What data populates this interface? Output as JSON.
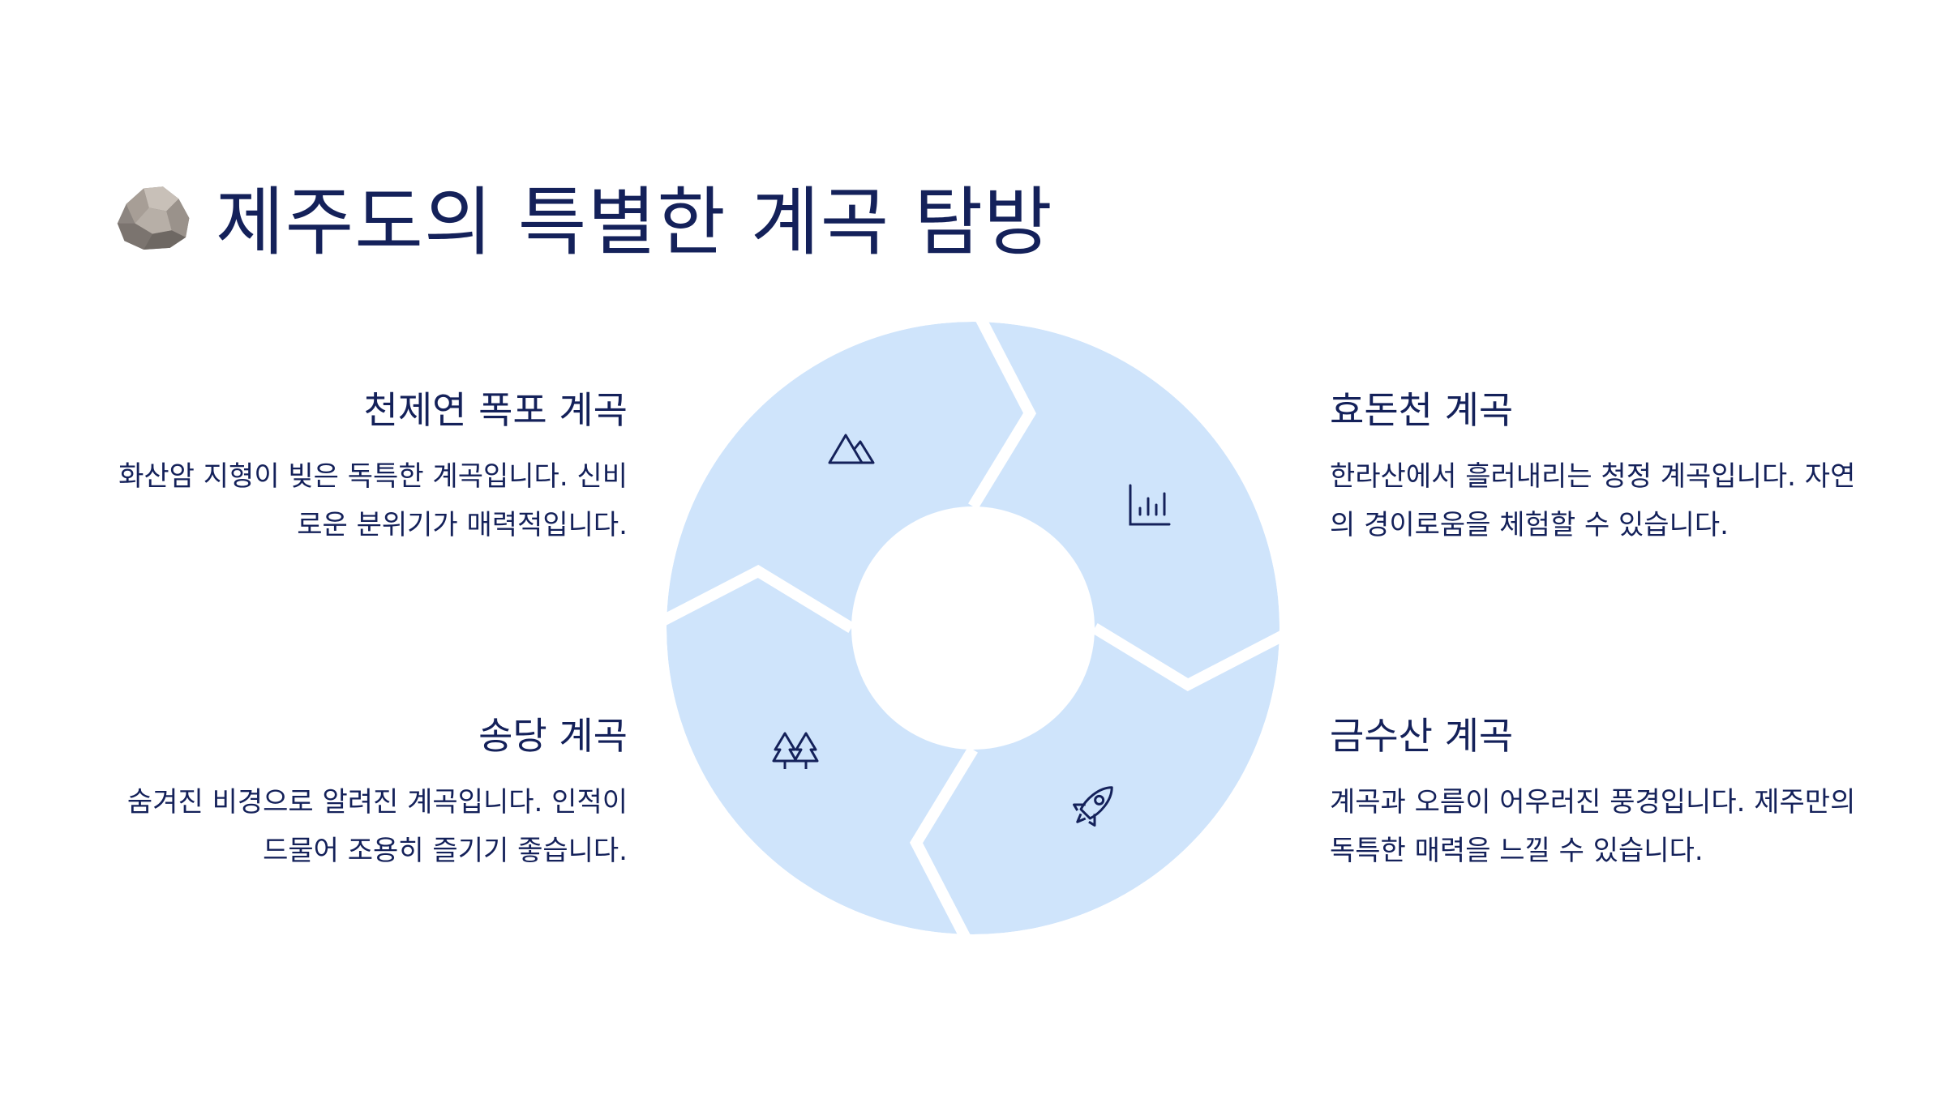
{
  "title": "제주도의 특별한 계곡 탐방",
  "title_icon": "rock-icon",
  "colors": {
    "text": "#14215a",
    "segment": "#cfe4fb",
    "icon": "#14215a"
  },
  "cards": [
    {
      "id": "cheonjiyeon",
      "title": "천제연 폭포 계곡",
      "text": "화산암 지형이 빚은 독특한 계곡입니다. 신비로운 분위기가 매력적입니다.",
      "icon": "mountain-icon"
    },
    {
      "id": "hyodoncheon",
      "title": "효돈천 계곡",
      "text": "한라산에서 흘러내리는 청정 계곡입니다. 자연의 경이로움을 체험할 수 있습니다.",
      "icon": "chart-icon"
    },
    {
      "id": "songdang",
      "title": "송당 계곡",
      "text": "숨겨진 비경으로 알려진 계곡입니다. 인적이 드물어 조용히 즐기기 좋습니다.",
      "icon": "trees-icon"
    },
    {
      "id": "geumsusan",
      "title": "금수산 계곡",
      "text": "계곡과 오름이 어우러진 풍경입니다. 제주만의 독특한 매력을 느낄 수 있습니다.",
      "icon": "rocket-icon"
    }
  ]
}
